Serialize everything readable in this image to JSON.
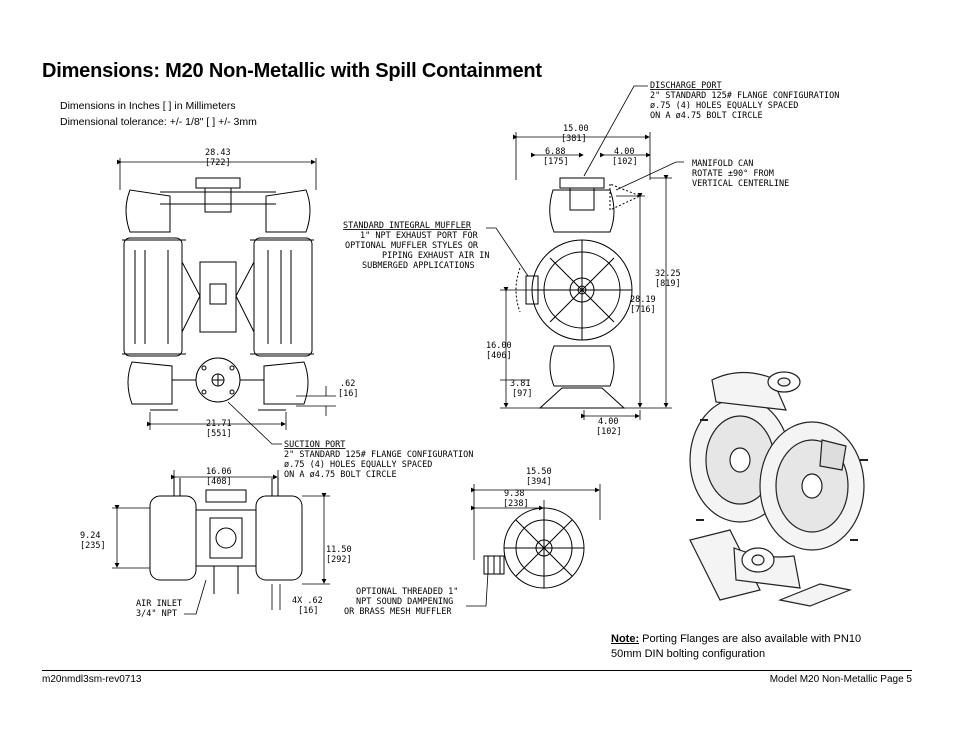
{
  "title": "Dimensions: M20 Non-Metallic with Spill Containment",
  "notes": {
    "line1": "Dimensions in Inches [     ]  in Millimeters",
    "line2": "Dimensional tolerance: +/- 1/8\" [     ] +/- 3mm"
  },
  "callouts": {
    "discharge": [
      "DISCHARGE PORT",
      "2\" STANDARD 125# FLANGE CONFIGURATION",
      "ø.75 (4) HOLES EQUALLY SPACED",
      "ON A ø4.75 BOLT CIRCLE"
    ],
    "manifold": [
      "MANIFOLD CAN",
      "ROTATE ±90° FROM",
      "VERTICAL CENTERLINE"
    ],
    "muffler": [
      "STANDARD INTEGRAL MUFFLER",
      "1\" NPT EXHAUST PORT FOR",
      "OPTIONAL MUFFLER STYLES OR",
      "PIPING EXHAUST AIR IN",
      "SUBMERGED APPLICATIONS"
    ],
    "suction": [
      "SUCTION PORT",
      "2\" STANDARD 125# FLANGE CONFIGURATION",
      "ø.75 (4) HOLES EQUALLY SPACED",
      "ON A ø4.75 BOLT CIRCLE"
    ],
    "air_inlet": [
      "AIR INLET",
      "3/4\" NPT"
    ],
    "threaded": [
      "OPTIONAL THREADED 1\"",
      "NPT SOUND DAMPENING",
      "OR BRASS MESH MUFFLER"
    ]
  },
  "dims": {
    "front_width": [
      "28.43",
      "[722]"
    ],
    "front_base": [
      "21.71",
      "[551]"
    ],
    "front_offset": [
      ".62",
      "[16]"
    ],
    "side_total": [
      "15.00",
      "[381]"
    ],
    "side_a": [
      "6.88",
      "[175]"
    ],
    "side_b": [
      "4.00",
      "[102]"
    ],
    "side_h1": [
      "32.25",
      "[819]"
    ],
    "side_h2": [
      "28.19",
      "[716]"
    ],
    "side_h3": [
      "16.00",
      "[406]"
    ],
    "side_h4": [
      "3.81",
      "[97]"
    ],
    "side_base": [
      "4.00",
      "[102]"
    ],
    "top_w": [
      "16.06",
      "[408]"
    ],
    "top_h": [
      "9.24",
      "[235]"
    ],
    "top_d": [
      "11.50",
      "[292]"
    ],
    "top_holes": [
      "4X .62",
      "[16]"
    ],
    "bottom_w": [
      "15.50",
      "[394]"
    ],
    "bottom_w2": [
      "9.38",
      "[238]"
    ]
  },
  "note": {
    "label": "Note:",
    "text1": "Porting Flanges are also available with PN10",
    "text2": "50mm DIN bolting configuration"
  },
  "footer": {
    "left": "m20nmdl3sm-rev0713",
    "right": "Model M20 Non-Metallic Page 5"
  }
}
